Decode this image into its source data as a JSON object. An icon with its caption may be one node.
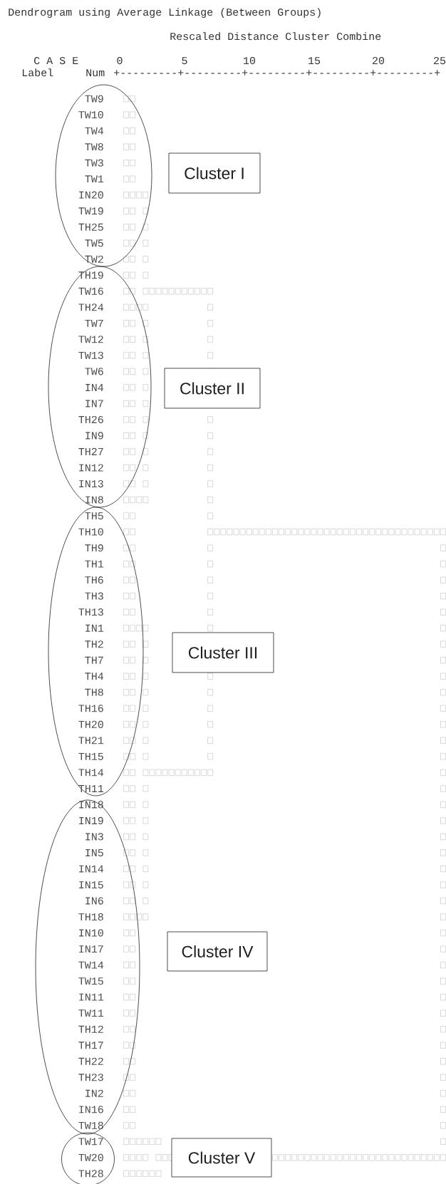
{
  "diagram": {
    "nodes": [
      {
        "text": [],
        "shape": "ellipse"
      },
      {
        "text": [
          "Cluster I"
        ]
      },
      {
        "text": [],
        "shape": "ellipse"
      },
      {
        "text": [
          "Cluster II"
        ]
      },
      {
        "text": [],
        "shape": "ellipse"
      },
      {
        "text": [
          "Cluster III"
        ]
      },
      {
        "text": [],
        "shape": "ellipse"
      },
      {
        "text": [
          "Cluster IV"
        ]
      },
      {
        "text": [],
        "shape": "circle"
      },
      {
        "text": [
          "Cluster V"
        ]
      }
    ],
    "labels": [
      "Dendrogram using Average Linkage (Between Groups)",
      "Rescaled Distance Cluster Combine",
      "C A S E",
      "0",
      "5",
      "10",
      "15",
      "20",
      "25",
      "Label",
      "Num",
      "+---------+---------+---------+---------+---------+",
      "TW9",
      "TW10",
      "TW4",
      "TW8",
      "TW3",
      "TW1",
      "IN20",
      "TW19",
      "TH25",
      "TW5",
      "TW2",
      "TH19",
      "TW16",
      "TH24",
      "TW7",
      "TW12",
      "TW13",
      "TW6",
      "IN4",
      "IN7",
      "TH26",
      "IN9",
      "TH27",
      "IN12",
      "IN13",
      "IN8",
      "TH5",
      "TH10",
      "TH9",
      "TH1",
      "TH6",
      "TH3",
      "TH13",
      "IN1",
      "TH2",
      "TH7",
      "TH4",
      "TH8",
      "TH16",
      "TH20",
      "TH21",
      "TH15",
      "TH14",
      "TH11",
      "IN18",
      "IN19",
      "IN3",
      "IN5",
      "IN14",
      "IN15",
      "IN6",
      "TH18",
      "IN10",
      "IN17",
      "TW14",
      "TW15",
      "IN11",
      "TW11",
      "TH12",
      "TH17",
      "TH22",
      "TH23",
      "IN2",
      "IN16",
      "TW18",
      "TW17",
      "TW20",
      "TH28"
    ]
  }
}
